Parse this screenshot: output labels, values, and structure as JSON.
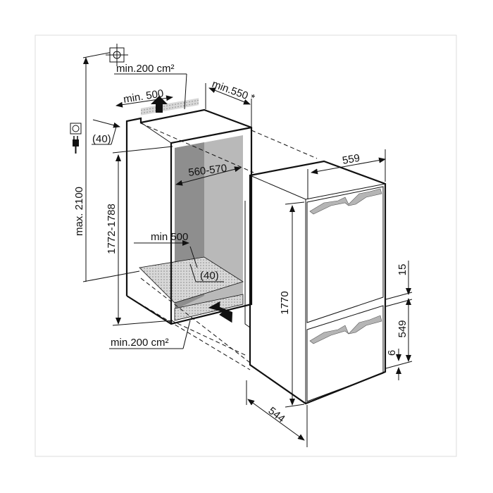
{
  "diagram": {
    "niche": {
      "vent_top": "min.200 cm²",
      "depth_top": "min. 500",
      "gap_top": "(40)",
      "height_max": "max. 2100",
      "niche_height": "1772-1788",
      "niche_width": "560-570",
      "depth_bottom": "min 500",
      "gap_bottom": "(40)",
      "vent_bottom": "min.200 cm²",
      "depth_min": "min.550 *"
    },
    "appliance": {
      "width": "559",
      "height": "1770",
      "depth": "544",
      "door_gap": "15",
      "lower_door_height": "549",
      "bottom_gap": "6"
    },
    "icons": [
      "water-connection-icon",
      "power-socket-icon",
      "power-plug-icon",
      "airflow-arrow-icon"
    ]
  }
}
